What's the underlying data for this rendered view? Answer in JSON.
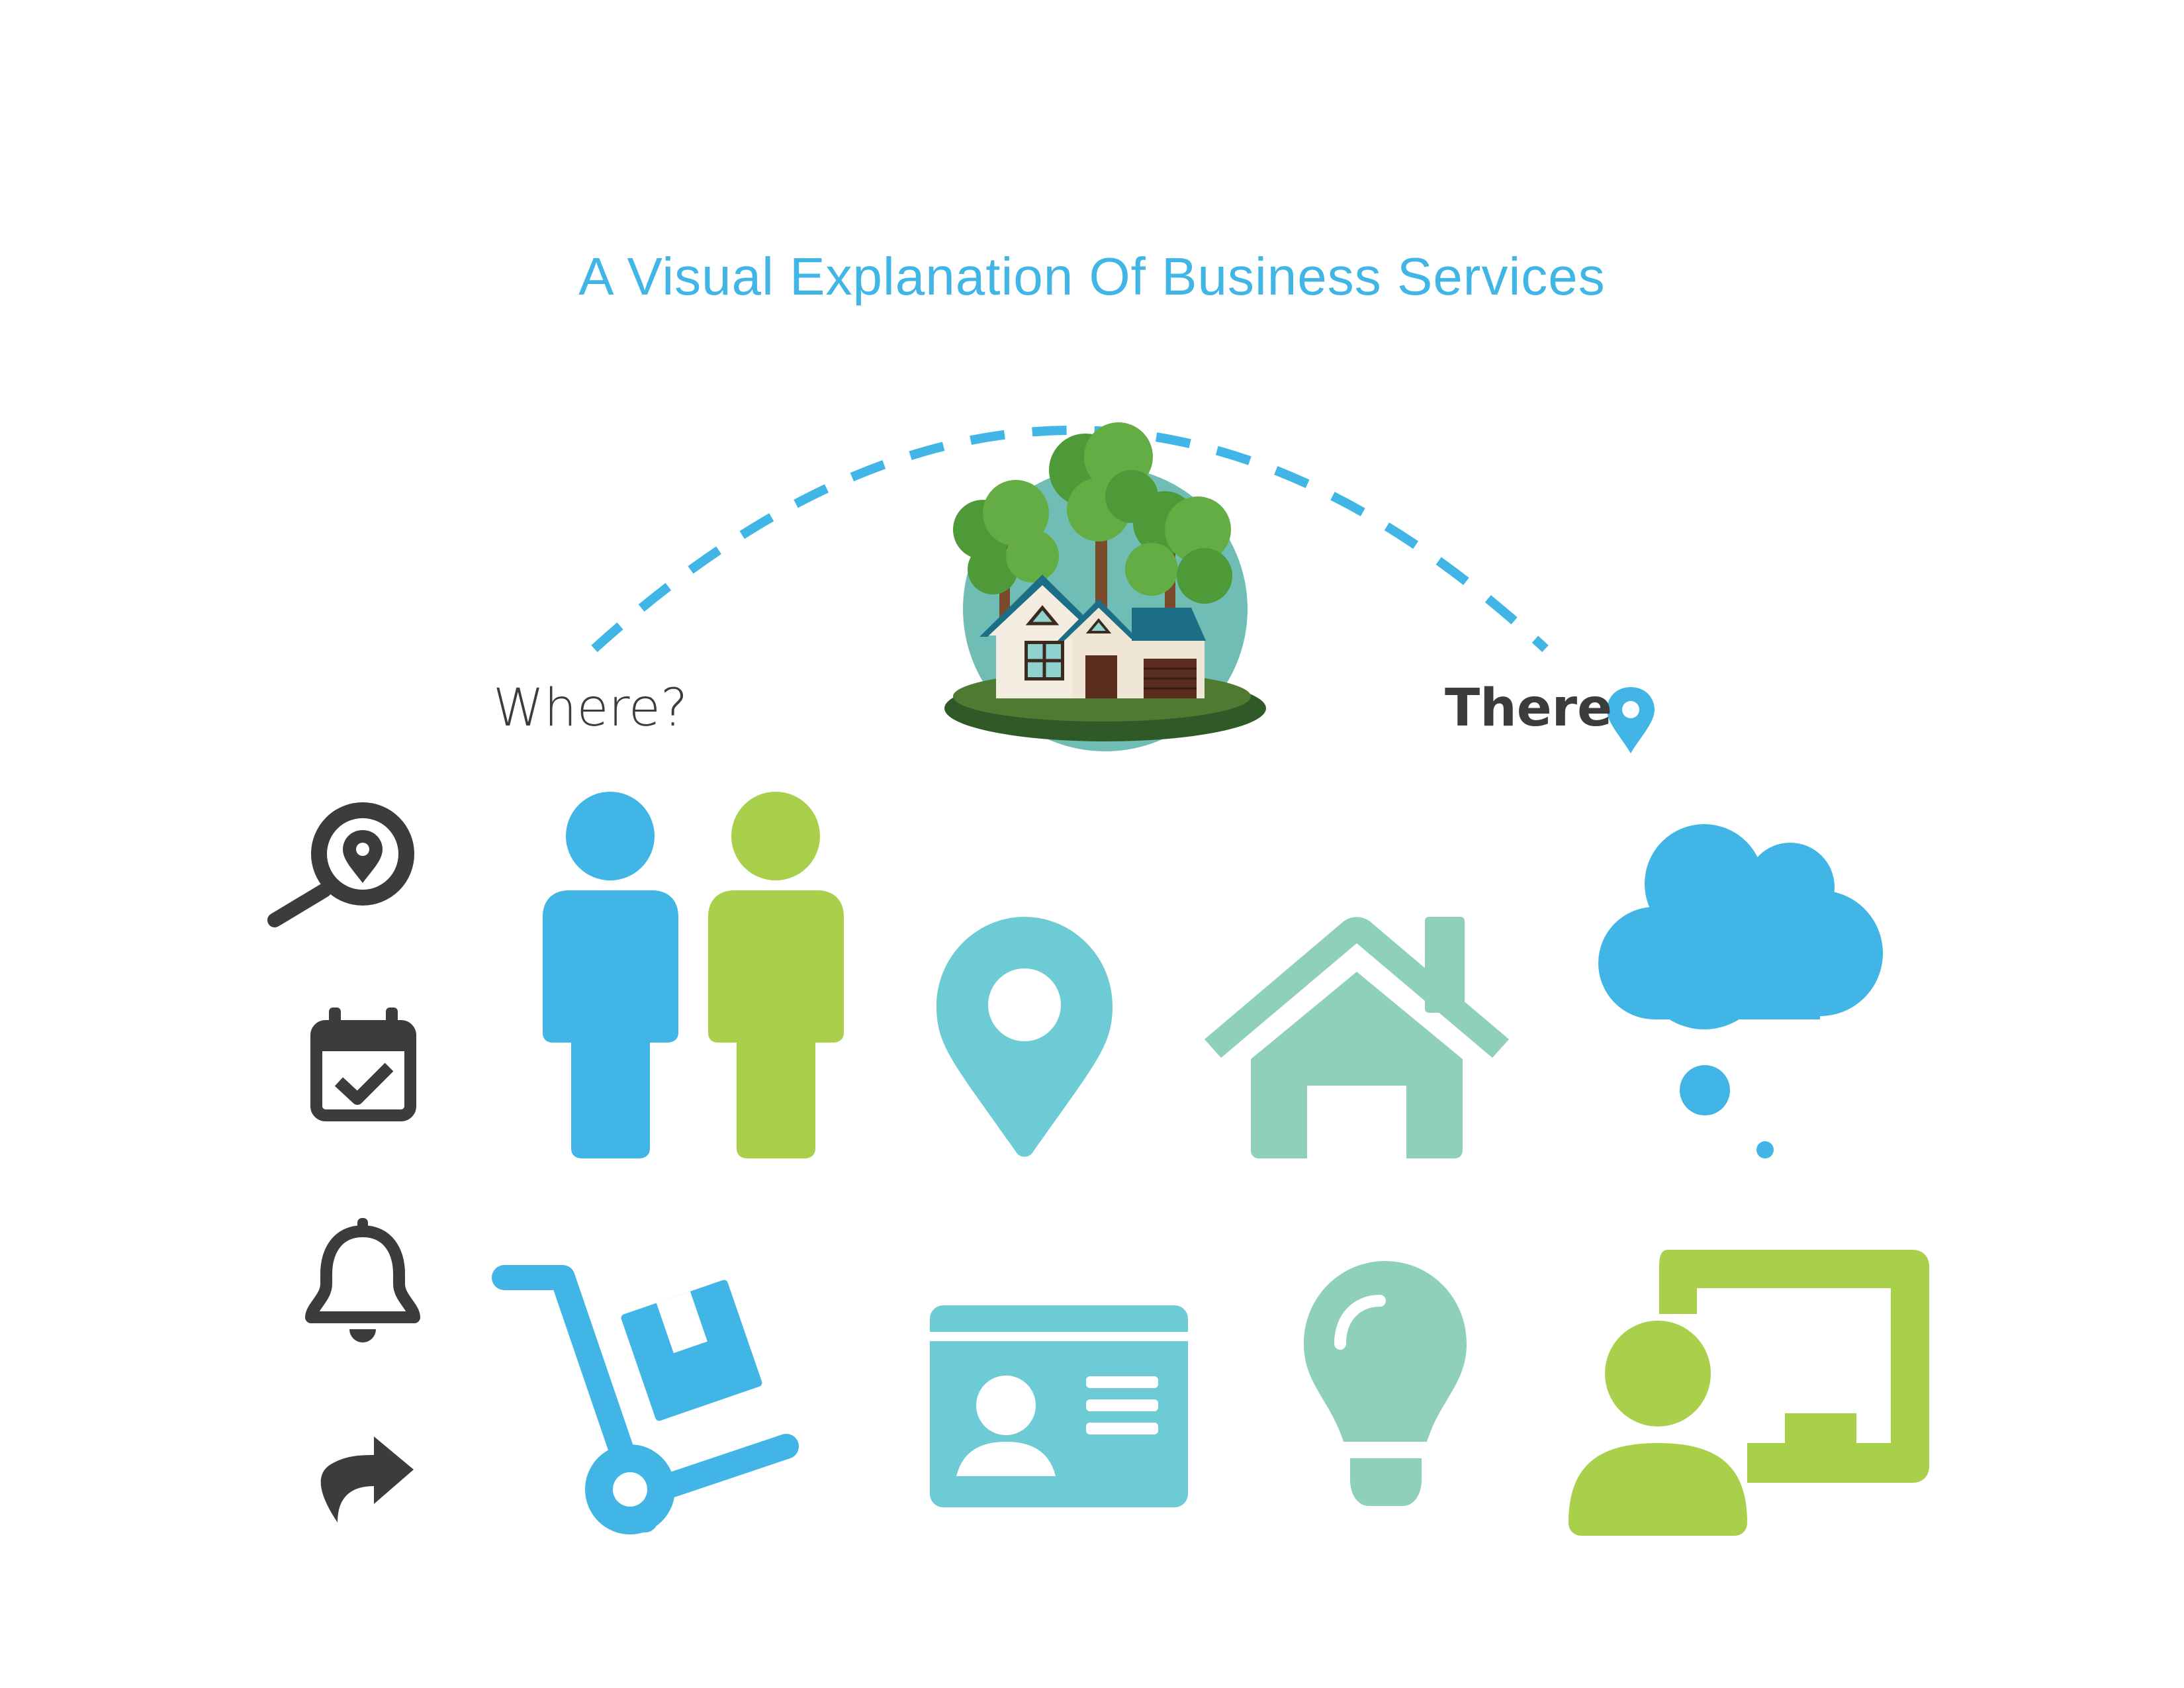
{
  "title": "A Visual Explanation Of Business Services",
  "labels": {
    "where": "Where?",
    "there": "There"
  },
  "colors": {
    "blue": "#41b6e6",
    "green": "#a8d04a",
    "teal": "#6ccbd4",
    "mint": "#8fd0b8",
    "dark": "#3c3c3c"
  },
  "icons": {
    "left_column": [
      "location-search-icon",
      "calendar-check-icon",
      "bell-icon",
      "forward-arrow-icon"
    ],
    "row1": [
      "person-blue-icon",
      "person-green-icon",
      "map-pin-icon",
      "home-icon",
      "thought-cloud-icon"
    ],
    "row2": [
      "hand-truck-package-icon",
      "id-card-icon",
      "lightbulb-icon",
      "user-presentation-board-icon"
    ],
    "center": "house-with-trees-illustration",
    "arc": "dashed-arc"
  }
}
